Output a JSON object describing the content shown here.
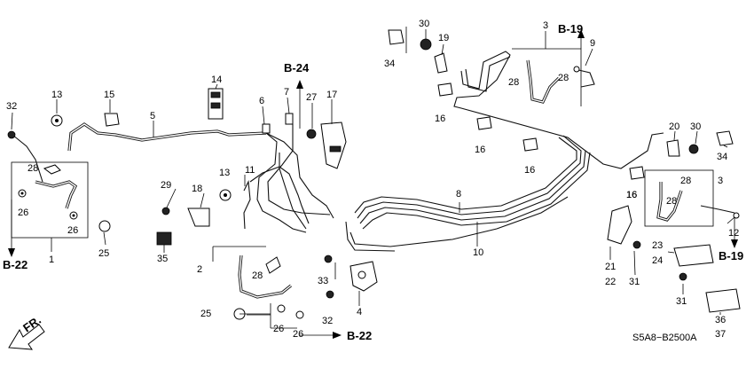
{
  "diagram": {
    "code": "S5A8−B2500A",
    "front_label": "FR.",
    "refs": {
      "b22_left": "B-22",
      "b22_bottom": "B-22",
      "b24": "B-24",
      "b19_top": "B-19",
      "b19_right": "B-19"
    },
    "callouts": [
      {
        "id": "c32a",
        "text": "32"
      },
      {
        "id": "c13a",
        "text": "13"
      },
      {
        "id": "c15",
        "text": "15"
      },
      {
        "id": "c5",
        "text": "5"
      },
      {
        "id": "c14",
        "text": "14"
      },
      {
        "id": "c6",
        "text": "6"
      },
      {
        "id": "c7",
        "text": "7"
      },
      {
        "id": "c27",
        "text": "27"
      },
      {
        "id": "c17",
        "text": "17"
      },
      {
        "id": "c34a",
        "text": "34"
      },
      {
        "id": "c30a",
        "text": "30"
      },
      {
        "id": "c19",
        "text": "19"
      },
      {
        "id": "c3a",
        "text": "3"
      },
      {
        "id": "c9",
        "text": "9"
      },
      {
        "id": "c28a",
        "text": "28"
      },
      {
        "id": "c28b",
        "text": "28"
      },
      {
        "id": "c16a",
        "text": "16"
      },
      {
        "id": "c16b",
        "text": "16"
      },
      {
        "id": "c16c",
        "text": "16"
      },
      {
        "id": "c16d",
        "text": "16"
      },
      {
        "id": "c20",
        "text": "20"
      },
      {
        "id": "c30b",
        "text": "30"
      },
      {
        "id": "c34b",
        "text": "34"
      },
      {
        "id": "c28c",
        "text": "28"
      },
      {
        "id": "c26a",
        "text": "26"
      },
      {
        "id": "c26b",
        "text": "26"
      },
      {
        "id": "c1",
        "text": "1"
      },
      {
        "id": "c25a",
        "text": "25"
      },
      {
        "id": "c29",
        "text": "29"
      },
      {
        "id": "c18",
        "text": "18"
      },
      {
        "id": "c13b",
        "text": "13"
      },
      {
        "id": "c11",
        "text": "11"
      },
      {
        "id": "c35",
        "text": "35"
      },
      {
        "id": "c2",
        "text": "2"
      },
      {
        "id": "c28d",
        "text": "28"
      },
      {
        "id": "c25b",
        "text": "25"
      },
      {
        "id": "c26c",
        "text": "26"
      },
      {
        "id": "c26d",
        "text": "26"
      },
      {
        "id": "c33",
        "text": "33"
      },
      {
        "id": "c32b",
        "text": "32"
      },
      {
        "id": "c4",
        "text": "4"
      },
      {
        "id": "c8",
        "text": "8"
      },
      {
        "id": "c10",
        "text": "10"
      },
      {
        "id": "c3b",
        "text": "3"
      },
      {
        "id": "c28e",
        "text": "28"
      },
      {
        "id": "c28f",
        "text": "28"
      },
      {
        "id": "c16e",
        "text": "16"
      },
      {
        "id": "c12",
        "text": "12"
      },
      {
        "id": "c21",
        "text": "21"
      },
      {
        "id": "c22",
        "text": "22"
      },
      {
        "id": "c31a",
        "text": "31"
      },
      {
        "id": "c23",
        "text": "23"
      },
      {
        "id": "c24",
        "text": "24"
      },
      {
        "id": "c31b",
        "text": "31"
      },
      {
        "id": "c36",
        "text": "36"
      },
      {
        "id": "c37",
        "text": "37"
      }
    ]
  }
}
